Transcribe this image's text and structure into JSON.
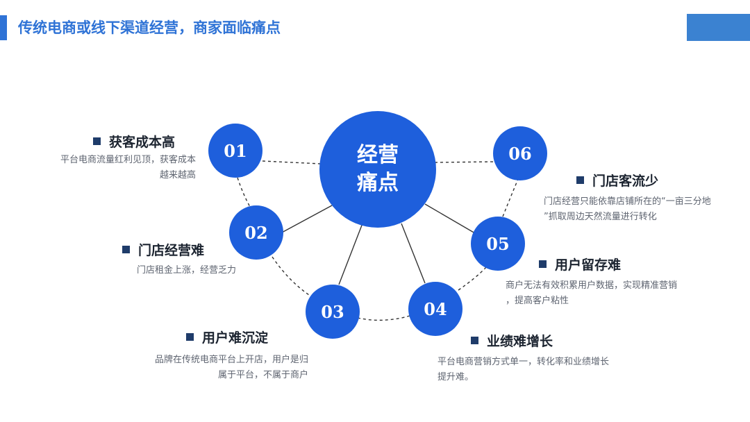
{
  "header": {
    "title": "传统电商或线下渠道经营，商家面临痛点"
  },
  "center": {
    "line1": "经营",
    "line2": "痛点"
  },
  "items": [
    {
      "num": "01",
      "title": "获客成本高",
      "desc1": "平台电商流量红利见顶，获客成本",
      "desc2": "越来越高"
    },
    {
      "num": "02",
      "title": "门店经营难",
      "desc1": "门店租金上涨，经营乏力",
      "desc2": ""
    },
    {
      "num": "03",
      "title": "用户难沉淀",
      "desc1": "品牌在传统电商平台上开店，用户是归",
      "desc2": "属于平台，不属于商户"
    },
    {
      "num": "04",
      "title": "业绩难增长",
      "desc1": "平台电商营销方式单一，转化率和业绩增长",
      "desc2": "提升难。"
    },
    {
      "num": "05",
      "title": "用户留存难",
      "desc1": "商户无法有效积累用户数据，实现精准营销",
      "desc2": "，提高客户粘性"
    },
    {
      "num": "06",
      "title": "门店客流少",
      "desc1": "门店经营只能依靠店铺所在的“一亩三分地",
      "desc2": "”抓取周边天然流量进行转化"
    }
  ],
  "colors": {
    "accent": "#2f73d6",
    "circle": "#1e5fdc",
    "bullet": "#1f3c6a",
    "heading": "#1c2430",
    "body_text": "#5e6470"
  }
}
